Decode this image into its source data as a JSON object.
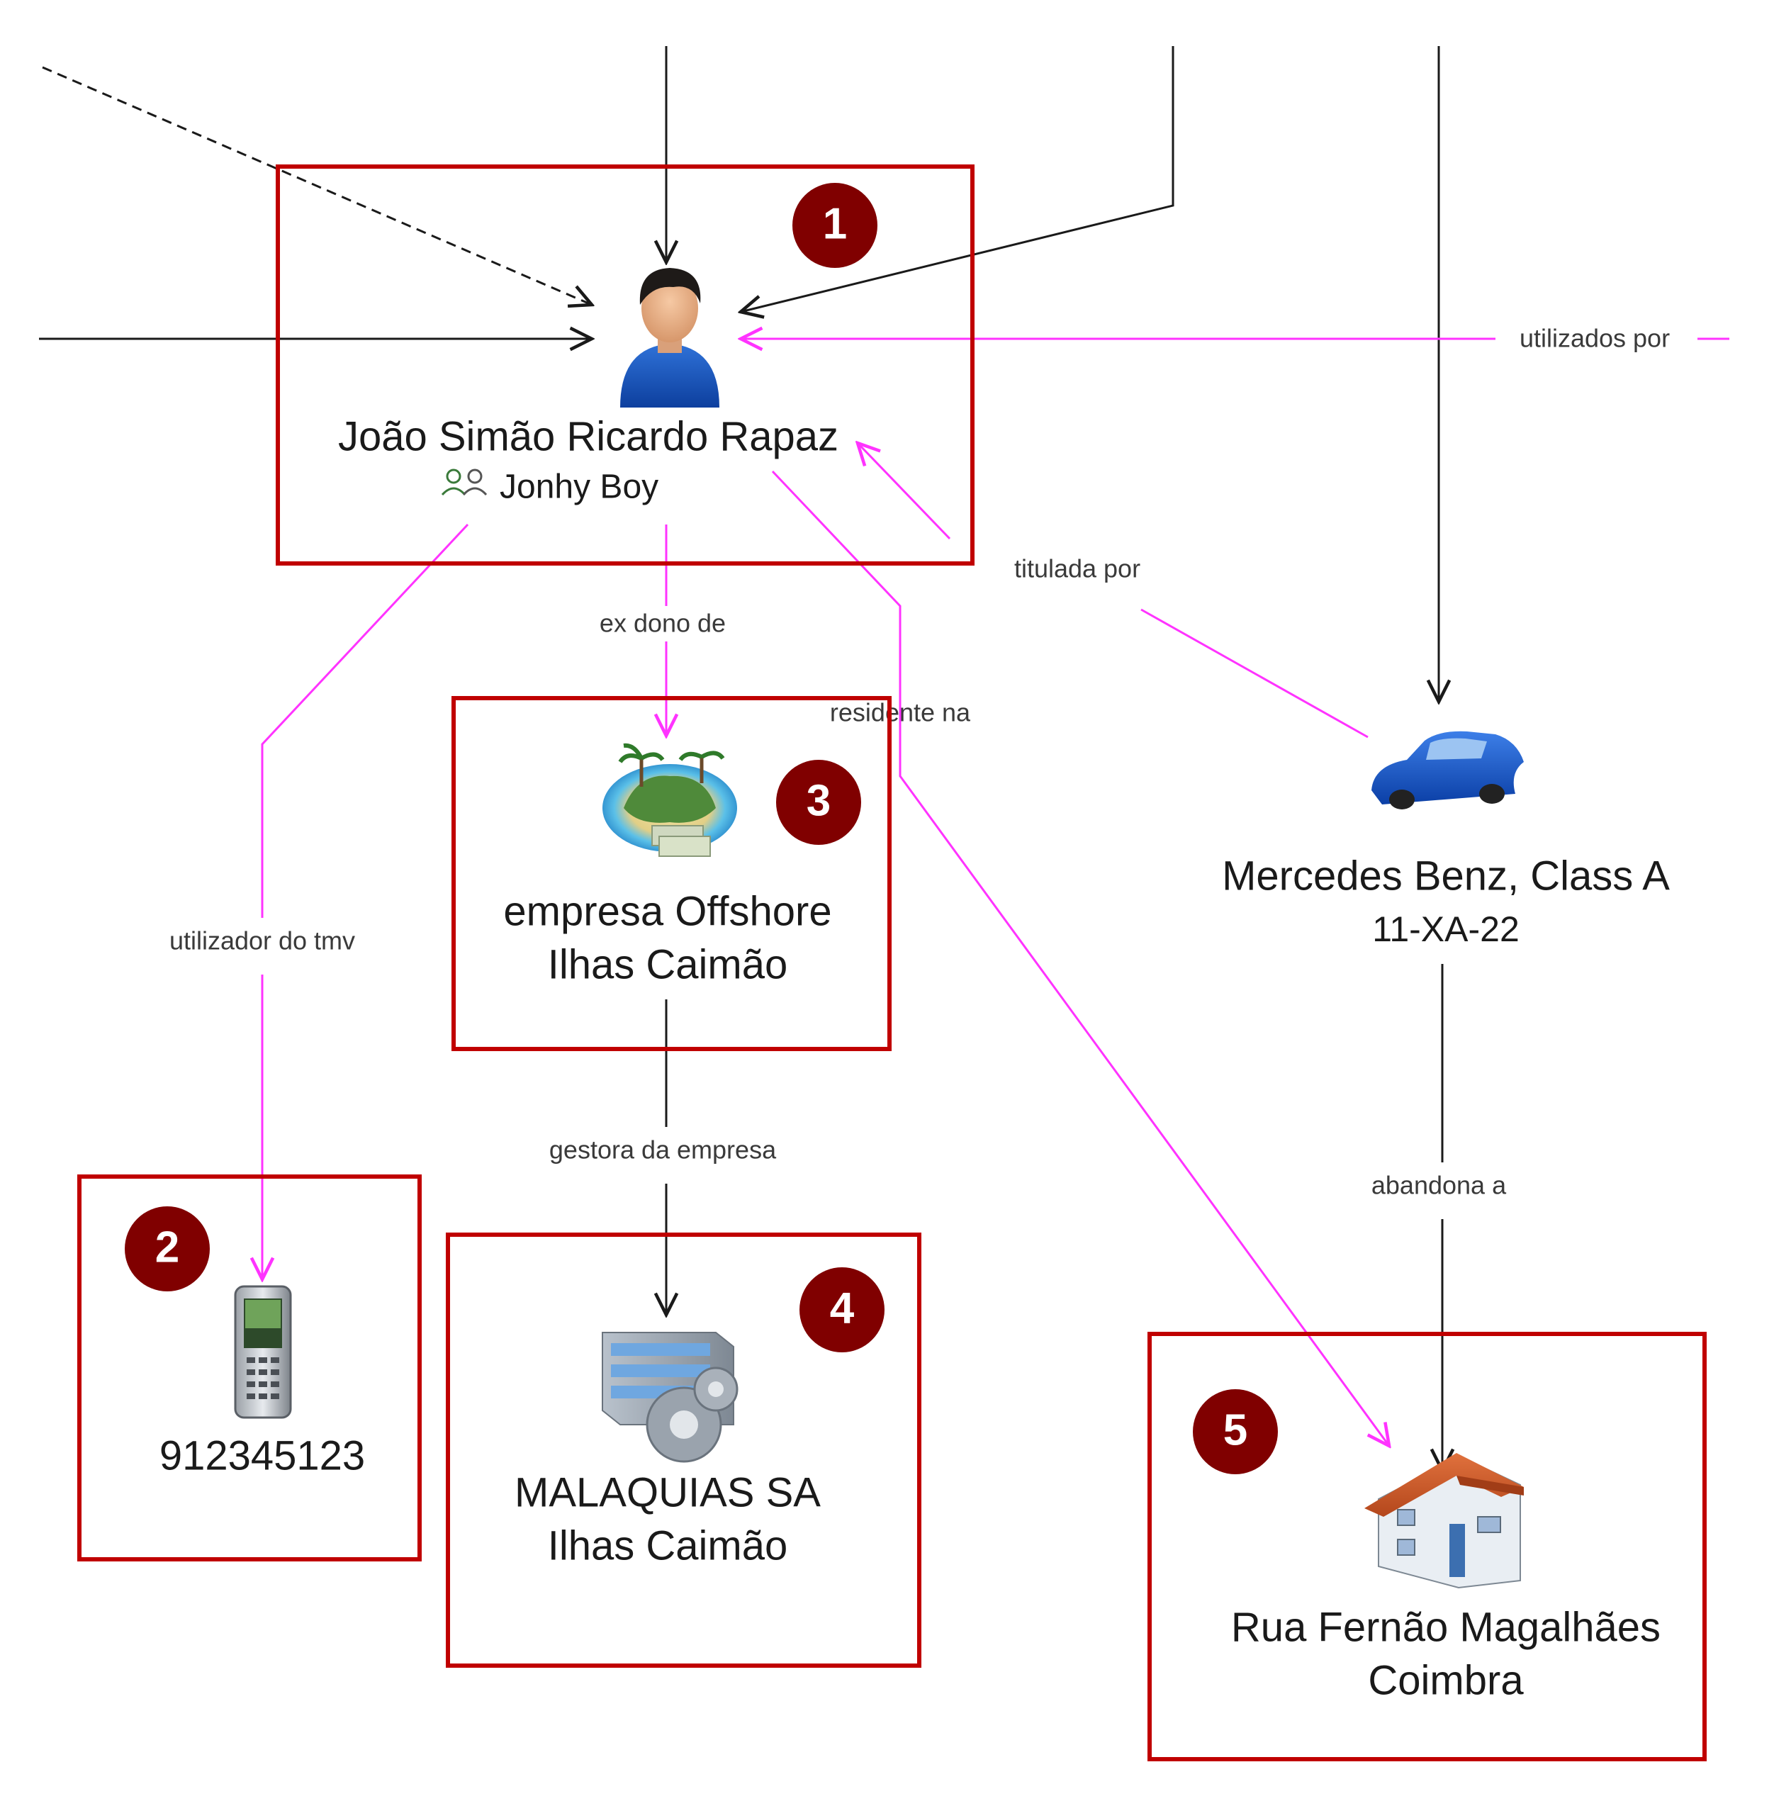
{
  "colors": {
    "black_edge": "#1a1a1a",
    "magenta_edge": "#ff33ff",
    "box_border": "#c00000",
    "badge": "#800000"
  },
  "nodes": {
    "person": {
      "name": "João Simão Ricardo Rapaz",
      "alias": "Jonhy Boy",
      "icon": "person-icon"
    },
    "offshore": {
      "line1": "empresa Offshore",
      "line2": "Ilhas Caimão",
      "icon": "island-money-icon"
    },
    "phone": {
      "number": "912345123",
      "icon": "mobile-phone-icon"
    },
    "company": {
      "line1": "MALAQUIAS SA",
      "line2": "Ilhas Caimão",
      "icon": "company-gears-icon"
    },
    "car": {
      "line1": "Mercedes Benz, Class A",
      "line2": "11-XA-22",
      "icon": "car-icon"
    },
    "address": {
      "line1": "Rua Fernão Magalhães",
      "line2": "Coimbra",
      "icon": "house-icon"
    }
  },
  "edges": {
    "utilizados_por": "utilizados por",
    "titulada_por": "titulada por",
    "ex_dono_de": "ex dono de",
    "residente_na": "residente na",
    "utilizador_do_tmv": "utilizador do tmv",
    "gestora_da_empresa": "gestora da empresa",
    "abandona_a": "abandona a"
  },
  "badges": [
    "1",
    "2",
    "3",
    "4",
    "5"
  ]
}
